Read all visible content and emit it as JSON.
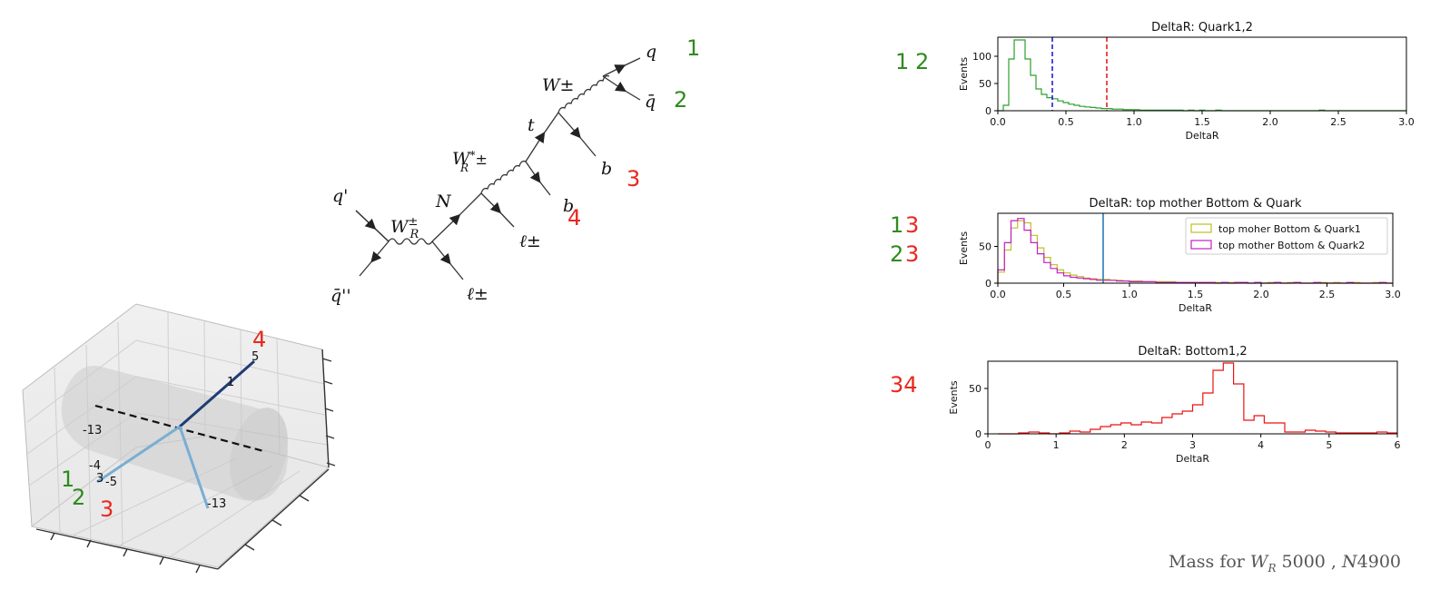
{
  "colors": {
    "green": "#2e8b1e",
    "red": "#e8281e",
    "hist_green": "#2ca02c",
    "hist_yellow": "#bfbf26",
    "hist_magenta": "#c51fc5",
    "hist_red": "#ee1111",
    "cut_blue": "#1f1fd6",
    "cut_red": "#e32121",
    "cut_steel": "#2b7bb9",
    "jet_dark": "#1f3c74",
    "jet_light": "#79aed3"
  },
  "feynman": {
    "labels": [
      "q'",
      "q̄''",
      "W",
      "±",
      "R",
      "N",
      "ℓ±",
      "ℓ±",
      "W",
      "*",
      "±",
      "R",
      "±",
      "t",
      "b",
      "W±",
      "b",
      "q",
      "q̄"
    ]
  },
  "annotations": {
    "feyn_q": "1",
    "feyn_qbar": "2",
    "feyn_b": "3",
    "feyn_b2": "4",
    "hist1_left": "1",
    "hist1_right": "2",
    "hist2_row1_left": "1",
    "hist2_row1_right": "3",
    "hist2_row2_left": "2",
    "hist2_row2_right": "3",
    "hist3_tag": "34",
    "plot3d_1": "1",
    "plot3d_2": "2",
    "plot3d_3": "3",
    "plot3d_4": "4"
  },
  "plot3d": {
    "tick_labels": [
      "5",
      "1",
      "-13",
      "-4",
      "3",
      "-5",
      "-13"
    ]
  },
  "caption": {
    "prefix": "Mass for ",
    "w": "W",
    "w_sub": "R",
    "w_mass": " 5000 , ",
    "n": "N",
    "n_mass": "4900"
  },
  "chart_data": [
    {
      "type": "histogram",
      "title": "DeltaR: Quark1,2",
      "xlabel": "DeltaR",
      "ylabel": "Events",
      "xlim": [
        0.0,
        3.0
      ],
      "ylim": [
        0,
        135
      ],
      "xticks": [
        "0.0",
        "0.5",
        "1.0",
        "1.5",
        "2.0",
        "2.5",
        "3.0"
      ],
      "yticks": [
        "0",
        "50",
        "100"
      ],
      "bin_width": 0.04,
      "x_start": 0.0,
      "series": [
        {
          "color": "hist_green",
          "values": [
            0,
            10,
            95,
            130,
            130,
            95,
            65,
            40,
            30,
            24,
            22,
            18,
            15,
            12,
            10,
            8,
            7,
            6,
            5,
            4,
            4,
            3,
            3,
            2,
            2,
            2,
            1,
            1,
            1,
            1,
            1,
            1,
            1,
            1,
            0,
            1,
            0,
            1,
            0,
            0,
            1,
            0,
            0,
            0,
            0,
            0,
            0,
            0,
            0,
            0,
            0,
            0,
            0,
            0,
            0,
            0,
            0,
            0,
            0,
            1,
            0,
            0,
            0,
            0,
            0,
            0,
            0,
            0,
            0,
            0,
            0,
            0,
            0,
            0,
            0
          ]
        }
      ],
      "vlines": [
        {
          "x": 0.4,
          "color": "cut_blue",
          "dashed": true
        },
        {
          "x": 0.8,
          "color": "cut_red",
          "dashed": true
        }
      ]
    },
    {
      "type": "histogram",
      "title": "DeltaR: top mother Bottom & Quark",
      "xlabel": "DeltaR",
      "ylabel": "Events",
      "xlim": [
        0.0,
        3.0
      ],
      "ylim": [
        0,
        95
      ],
      "xticks": [
        "0.0",
        "0.5",
        "1.0",
        "1.5",
        "2.0",
        "2.5",
        "3.0"
      ],
      "yticks": [
        "0",
        "50"
      ],
      "bin_width": 0.05,
      "x_start": 0.0,
      "legend": [
        "top moher Bottom & Quark1",
        "top mother Bottom & Quark2"
      ],
      "legend_position": "upper right",
      "series": [
        {
          "name": "top moher Bottom & Quark1",
          "color": "hist_yellow",
          "values": [
            15,
            45,
            75,
            85,
            82,
            65,
            48,
            35,
            25,
            18,
            14,
            11,
            9,
            7,
            6,
            5,
            5,
            4,
            4,
            3,
            3,
            3,
            2,
            2,
            2,
            2,
            2,
            1,
            1,
            1,
            1,
            1,
            1,
            1,
            1,
            1,
            1,
            1,
            0,
            1,
            0,
            1,
            1,
            0,
            1,
            1,
            0,
            0,
            0,
            1,
            0,
            1,
            0,
            0,
            1,
            0,
            0,
            1,
            0,
            0
          ]
        },
        {
          "name": "top mother Bottom & Quark2",
          "color": "hist_magenta",
          "values": [
            18,
            55,
            85,
            88,
            72,
            55,
            40,
            28,
            20,
            14,
            10,
            8,
            7,
            6,
            5,
            4,
            4,
            4,
            3,
            3,
            2,
            2,
            2,
            2,
            1,
            1,
            1,
            1,
            1,
            1,
            1,
            1,
            1,
            0,
            1,
            0,
            1,
            1,
            0,
            1,
            0,
            0,
            1,
            0,
            0,
            1,
            0,
            0,
            1,
            0,
            0,
            0,
            0,
            1,
            0,
            0,
            0,
            0,
            1,
            0
          ]
        }
      ],
      "vlines": [
        {
          "x": 0.8,
          "color": "cut_steel",
          "dashed": false
        }
      ]
    },
    {
      "type": "histogram",
      "title": "DeltaR: Bottom1,2",
      "xlabel": "DeltaR",
      "ylabel": "Events",
      "xlim": [
        0,
        6
      ],
      "ylim": [
        0,
        80
      ],
      "xticks": [
        "0",
        "1",
        "2",
        "3",
        "4",
        "5",
        "6"
      ],
      "yticks": [
        "0",
        "50"
      ],
      "bin_width": 0.15,
      "x_start": 0.15,
      "series": [
        {
          "color": "hist_red",
          "values": [
            0,
            0,
            1,
            2,
            1,
            0,
            1,
            3,
            2,
            5,
            8,
            10,
            12,
            10,
            13,
            12,
            18,
            22,
            25,
            32,
            45,
            70,
            78,
            55,
            15,
            20,
            12,
            12,
            2,
            2,
            4,
            3,
            2,
            1,
            1,
            1,
            1,
            2,
            1
          ]
        }
      ]
    }
  ]
}
